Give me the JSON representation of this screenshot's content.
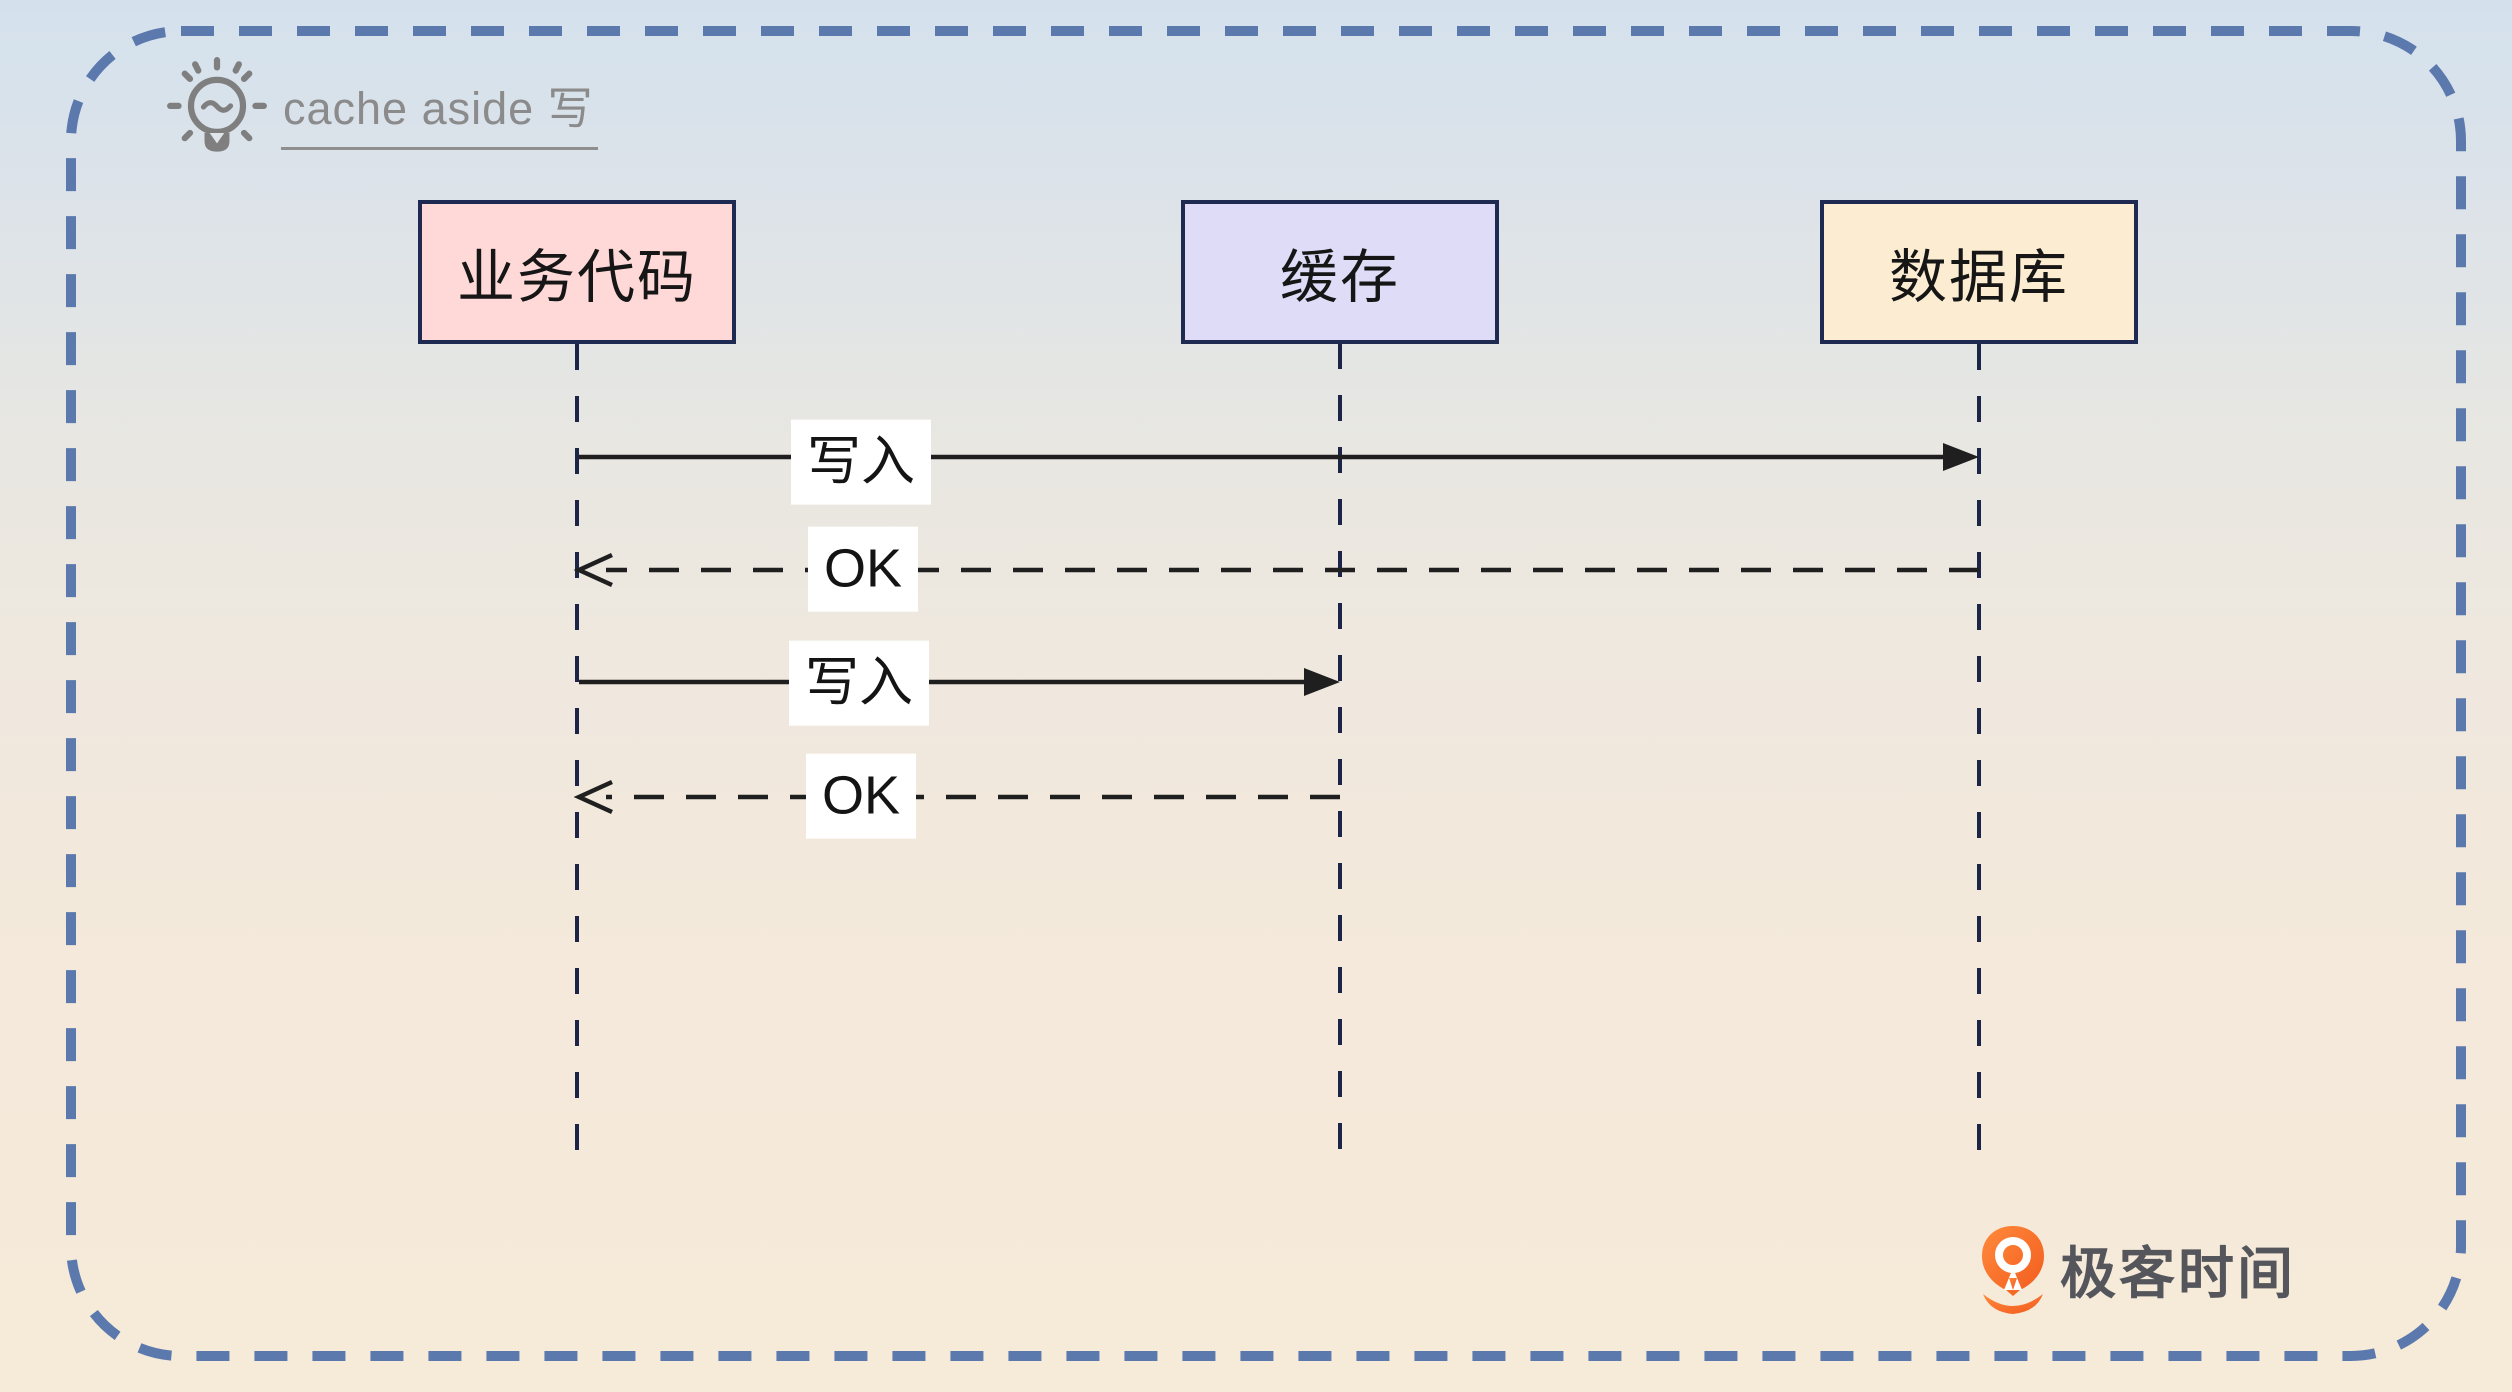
{
  "diagram": {
    "title": "cache aside 写",
    "type": "sequence-diagram",
    "actors": [
      {
        "id": "business-code",
        "label": "业务代码",
        "fill": "#ffd9d7"
      },
      {
        "id": "cache",
        "label": "缓存",
        "fill": "#dedcf7"
      },
      {
        "id": "database",
        "label": "数据库",
        "fill": "#fcecd2"
      }
    ],
    "messages": [
      {
        "label": "写入",
        "from": "业务代码",
        "to": "数据库",
        "line": "solid"
      },
      {
        "label": "OK",
        "from": "数据库",
        "to": "业务代码",
        "line": "dashed"
      },
      {
        "label": "写入",
        "from": "业务代码",
        "to": "缓存",
        "line": "solid"
      },
      {
        "label": "OK",
        "from": "缓存",
        "to": "业务代码",
        "line": "dashed"
      }
    ]
  },
  "branding": {
    "logo_text": "极客时间"
  },
  "icons": {
    "title_icon": "lightbulb-icon",
    "logo_icon": "geektime-pin-icon"
  },
  "colors": {
    "border_dash": "#5b79ad",
    "lifeline": "#1c2547",
    "actor_border": "#1e2a52",
    "message_line": "#1f1f1f",
    "title_text": "#8b8b8b",
    "logo_orange": "#f96c26",
    "bg_top": "#d4e1ed",
    "bg_bottom": "#f6ead9"
  }
}
